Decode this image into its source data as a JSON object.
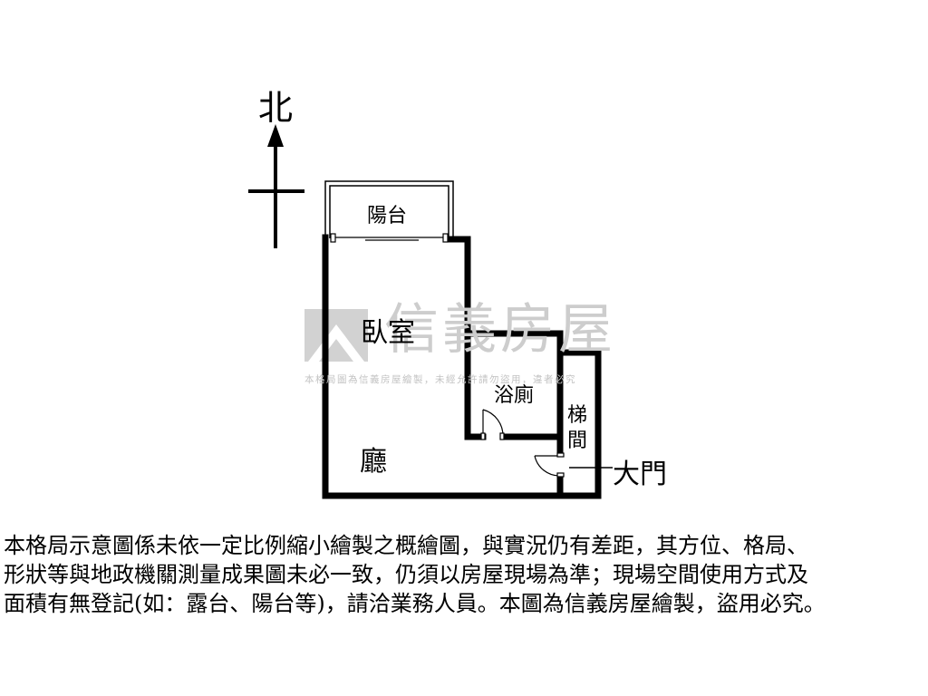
{
  "compass": {
    "north_label": "北"
  },
  "rooms": {
    "balcony": "陽台",
    "bedroom": "臥室",
    "bathroom": "浴廁",
    "stair_1": "梯",
    "stair_2": "間",
    "living": "廳",
    "main_door": "大門"
  },
  "watermark": {
    "title": "信義房屋",
    "subtitle": "本格局圖為信義房屋繪製，未經允許請勿盜用，違者必究"
  },
  "disclaimer": {
    "line1": "本格局示意圖係未依一定比例縮小繪製之概繪圖，與實況仍有差距，其方位、格局、",
    "line2": "形狀等與地政機關測量成果圖未必一致，仍須以房屋現場為準；現場空間使用方式及",
    "line3": "面積有無登記(如：露台、陽台等)，請洽業務人員。本圖為信義房屋繪製，盜用必究。"
  },
  "colors": {
    "wall": "#000000",
    "watermark": "#cdcdcd"
  }
}
